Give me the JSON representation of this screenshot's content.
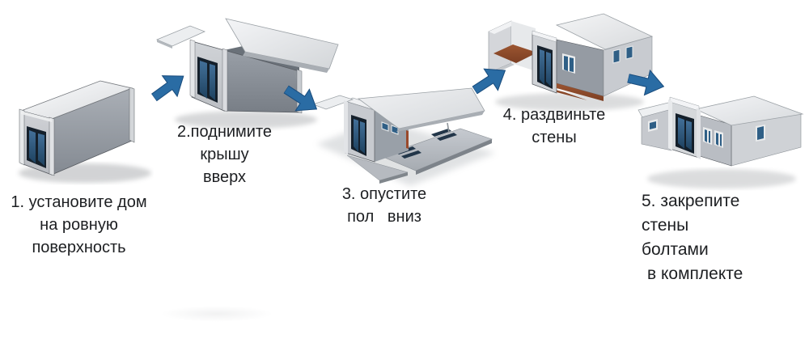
{
  "diagram": {
    "title_semantic": "container-house-assembly-steps",
    "background_color": "#ffffff",
    "text_color": "#1d1f22",
    "arrow_color": "#2a6ca4",
    "arrow_stroke_color": "#1a4d7e",
    "house_palette": {
      "roof_light": "#f3f4f6",
      "wall_light": "#cdd0d4",
      "wall_mid": "#9aa0a8",
      "door_frame": "#15202b",
      "glass_blue": "#2f5f86",
      "floor_brown": "#8e4b2c"
    },
    "steps": [
      {
        "illustration": "closed-container",
        "label_lines": [
          "1. установите дом",
          "на ровную",
          "поверхность"
        ]
      },
      {
        "illustration": "roof-raised",
        "label_lines": [
          "2.поднимите",
          "крышу",
          "вверх"
        ]
      },
      {
        "illustration": "floor-lowered",
        "label_lines": [
          "3. опустите",
          "пол   вниз"
        ]
      },
      {
        "illustration": "walls-extended",
        "label_lines": [
          "4. раздвиньте",
          "стены"
        ]
      },
      {
        "illustration": "assembled-house",
        "label_lines": [
          "5. закрепите стены",
          "болтами",
          "в комплекте"
        ]
      }
    ]
  }
}
